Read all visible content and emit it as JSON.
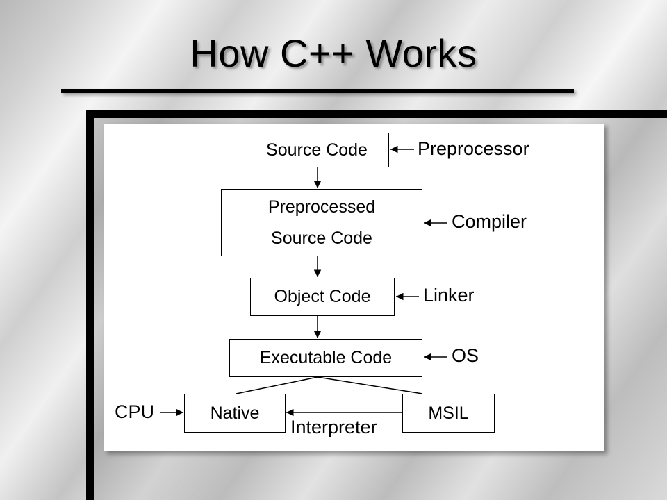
{
  "title": "How C++ Works",
  "diagram": {
    "boxes": {
      "source": "Source Code",
      "preprocessed_line1": "Preprocessed",
      "preprocessed_line2": "Source Code",
      "object": "Object Code",
      "executable": "Executable Code",
      "native": "Native",
      "msil": "MSIL"
    },
    "labels": {
      "preprocessor": "Preprocessor",
      "compiler": "Compiler",
      "linker": "Linker",
      "os": "OS",
      "cpu": "CPU",
      "interpreter": "Interpreter"
    }
  }
}
